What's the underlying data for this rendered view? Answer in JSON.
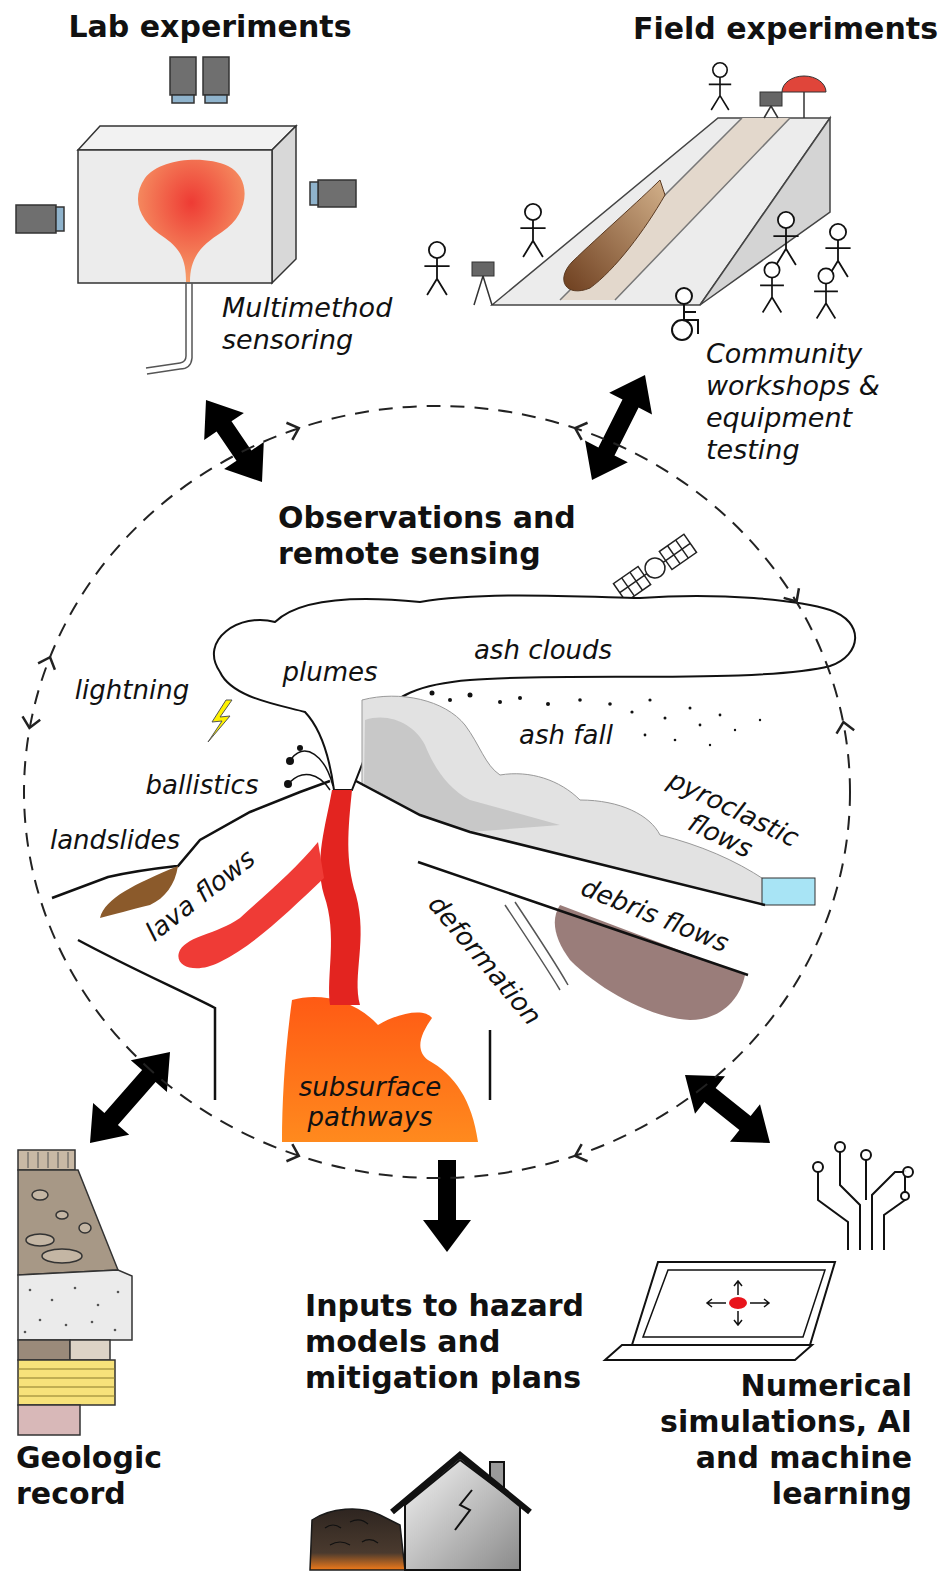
{
  "diagram": {
    "nodes": [
      {
        "text": [
          "Lab experiments",
          "Multimethod sensoring"
        ]
      },
      {
        "text": [
          "Field experiments",
          "Community workshops & equipment testing"
        ]
      },
      {
        "text": [
          "Observations and remote sensing"
        ]
      },
      {
        "text": [
          "Geologic record"
        ]
      },
      {
        "text": [
          "Inputs to hazard models and mitigation plans"
        ]
      },
      {
        "text": [
          "Numerical simulations, AI and machine learning"
        ]
      }
    ],
    "edges": [
      {
        "from": 0,
        "to": 2,
        "arrow": "both"
      },
      {
        "from": 1,
        "to": 2,
        "arrow": "both"
      },
      {
        "from": 2,
        "to": 3,
        "arrow": "both"
      },
      {
        "from": 2,
        "to": 5,
        "arrow": "both"
      },
      {
        "from": 2,
        "to": 4,
        "arrow": "to"
      }
    ],
    "labels": [
      "lightning",
      "plumes",
      "ash clouds",
      "ash fall",
      "ballistics",
      "landslides",
      "lava flows",
      "pyroclastic flows",
      "debris flows",
      "deformation",
      "subsurface pathways"
    ]
  }
}
